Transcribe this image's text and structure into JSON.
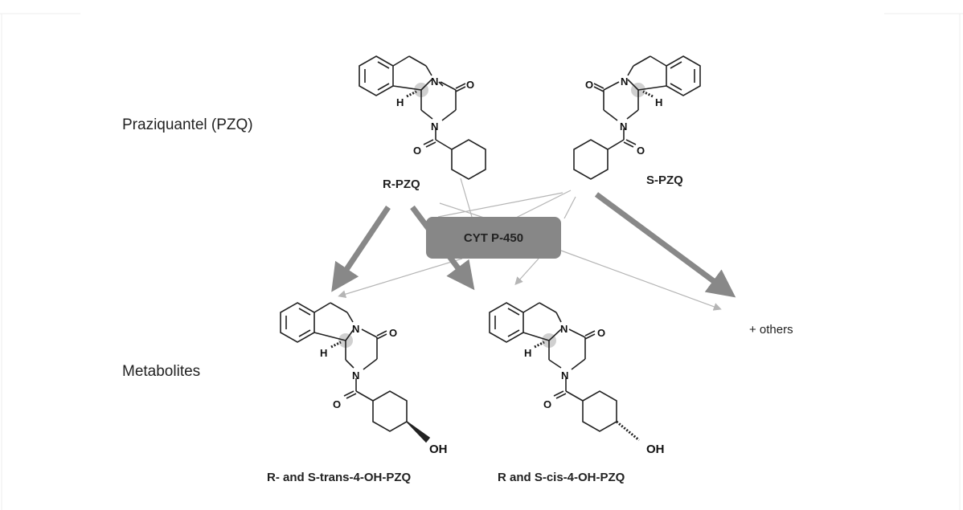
{
  "rows": {
    "parent": "Praziquantel (PZQ)",
    "metabolites": "Metabolites"
  },
  "compounds": {
    "r_pzq": "R-PZQ",
    "s_pzq": "S-PZQ",
    "trans": "R- and S-trans-4-OH-PZQ",
    "cis": "R and S-cis-4-OH-PZQ",
    "others": "+ others"
  },
  "enzyme": "CYT P-450",
  "atoms": {
    "N": "N",
    "O": "O",
    "H": "H",
    "OH": "OH"
  },
  "colors": {
    "arrow": "#888888",
    "thin_arrow": "#b5b5b5",
    "enzyme_box": "#878787",
    "stereo_dot": "#d0d0d0"
  }
}
